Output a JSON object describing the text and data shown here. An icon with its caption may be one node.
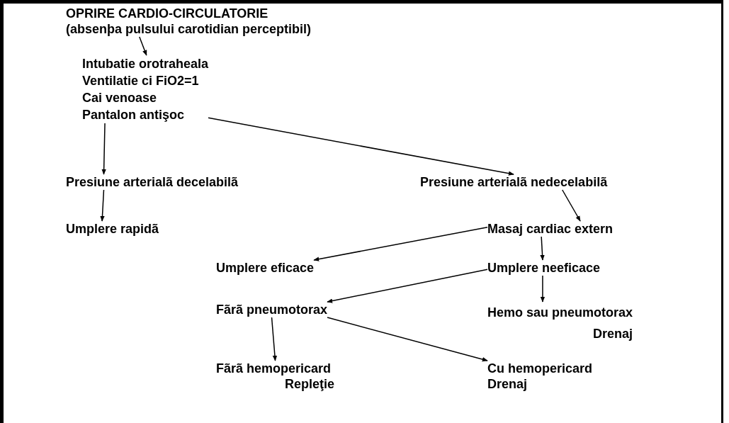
{
  "diagram": {
    "nodes": [
      {
        "text": [
          "OPRIRE CARDIO-CIRCULATORIE",
          "(absenþa pulsului carotidian perceptibil)"
        ]
      },
      {
        "text": [
          "Intubatie orotraheala",
          "Ventilatie ci FiO2=1",
          "Cai venoase",
          "Pantalon antişoc"
        ]
      },
      {
        "text": [
          "Presiune arterialã decelabilã"
        ]
      },
      {
        "text": [
          "Presiune arterialã nedecelabilã"
        ]
      },
      {
        "text": [
          "Umplere rapidã"
        ]
      },
      {
        "text": [
          "Masaj cardiac extern"
        ]
      },
      {
        "text": [
          "Umplere eficace"
        ]
      },
      {
        "text": [
          "Umplere neeficace"
        ]
      },
      {
        "text": [
          "Fãrã pneumotorax"
        ]
      },
      {
        "text": [
          "Hemo sau pneumotorax",
          "Drenaj"
        ]
      },
      {
        "text": [
          "Fãrã hemopericard",
          "Repleţie"
        ]
      },
      {
        "text": [
          "Cu hemopericard",
          "Drenaj"
        ]
      }
    ],
    "edges": [
      {
        "from": 0,
        "to": 1,
        "arrow": "to"
      },
      {
        "from": 1,
        "to": 2,
        "arrow": "to"
      },
      {
        "from": 1,
        "to": 3,
        "arrow": "to"
      },
      {
        "from": 2,
        "to": 4,
        "arrow": "to"
      },
      {
        "from": 3,
        "to": 5,
        "arrow": "to"
      },
      {
        "from": 5,
        "to": 6,
        "arrow": "to"
      },
      {
        "from": 5,
        "to": 7,
        "arrow": "to"
      },
      {
        "from": 7,
        "to": 9,
        "arrow": "to"
      },
      {
        "from": 7,
        "to": 8,
        "arrow": "to"
      },
      {
        "from": 8,
        "to": 10,
        "arrow": "to"
      },
      {
        "from": 8,
        "to": 11,
        "arrow": "to"
      }
    ]
  }
}
